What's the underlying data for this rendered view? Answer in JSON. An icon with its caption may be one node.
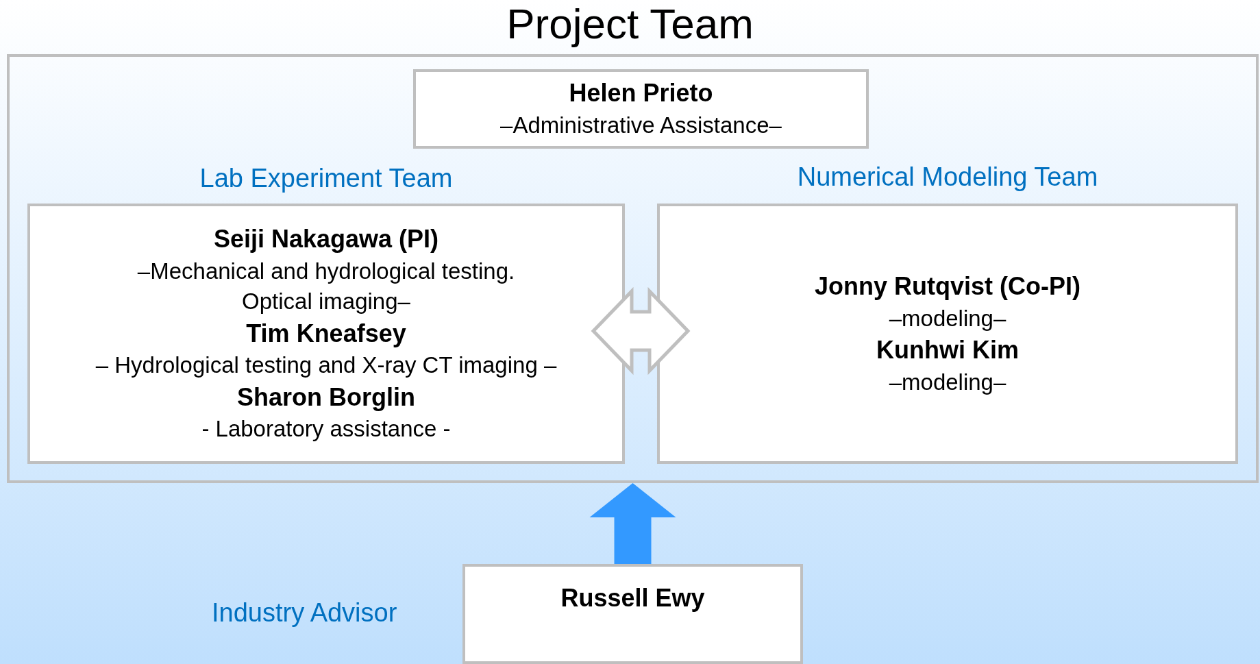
{
  "diagram": {
    "title": "Project Team",
    "nodes": [
      {
        "text": [],
        "shape": "box"
      },
      {
        "text": [
          "Helen Prieto",
          "–Administrative Assistance–"
        ],
        "in": 0
      },
      {
        "text": [
          "Lab Experiment Team",
          "Seiji Nakagawa (PI)",
          "–Mechanical and hydrological testing. Optical imaging–",
          "Tim Kneafsey",
          "– Hydrological testing and X-ray CT imaging –",
          "Sharon Borglin",
          "- Laboratory assistance -"
        ],
        "in": 0
      },
      {
        "text": [
          "Numerical Modeling Team",
          "Jonny Rutqvist  (Co-PI)",
          "–modeling–",
          "Kunhwi Kim",
          "–modeling–"
        ],
        "in": 0
      },
      {
        "text": [
          "Russell Ewy"
        ]
      }
    ],
    "edges": [
      {
        "from": 2,
        "to": 3,
        "arrow": "both"
      },
      {
        "from": 4,
        "to": 0,
        "arrow": "to",
        "style": "thick",
        "color": "#3399ff"
      }
    ],
    "labels": [
      "Industry Advisor"
    ]
  }
}
